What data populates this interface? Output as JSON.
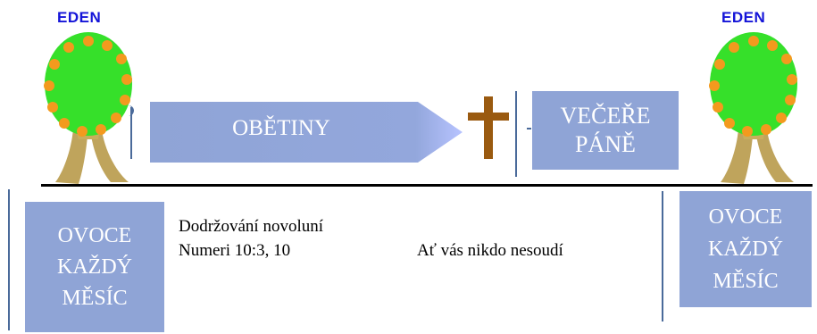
{
  "colors": {
    "eden_text": "#1414d8",
    "box_fill": "#8fa4d6",
    "box_text": "#ffffff",
    "tree_canopy": "#36e02a",
    "tree_fruit": "#f39a1e",
    "tree_trunk": "#b89a4a",
    "cross": "#9a5a10",
    "timeline": "#000000",
    "marker": "#4a6a9a"
  },
  "icons": [
    "tree-icon",
    "cross-icon"
  ],
  "left_tree": {
    "label": "EDEN"
  },
  "right_tree": {
    "label": "EDEN"
  },
  "sacrifices_arrow": {
    "label": "OBĚTINY"
  },
  "lords_supper": {
    "line1": "VEČEŘE",
    "line2": "PÁNĚ"
  },
  "left_fruit_box": {
    "line1": "OVOCE",
    "line2": "KAŽDÝ",
    "line3": "MĚSÍC"
  },
  "right_fruit_box": {
    "line1": "OVOCE",
    "line2": "KAŽDÝ",
    "line3": "MĚSÍC"
  },
  "new_moon": {
    "line1": "Dodržování novoluní",
    "line2": "Numeri 10:3, 10"
  },
  "judge_note": {
    "text": "Ať vás nikdo nesoudí"
  }
}
